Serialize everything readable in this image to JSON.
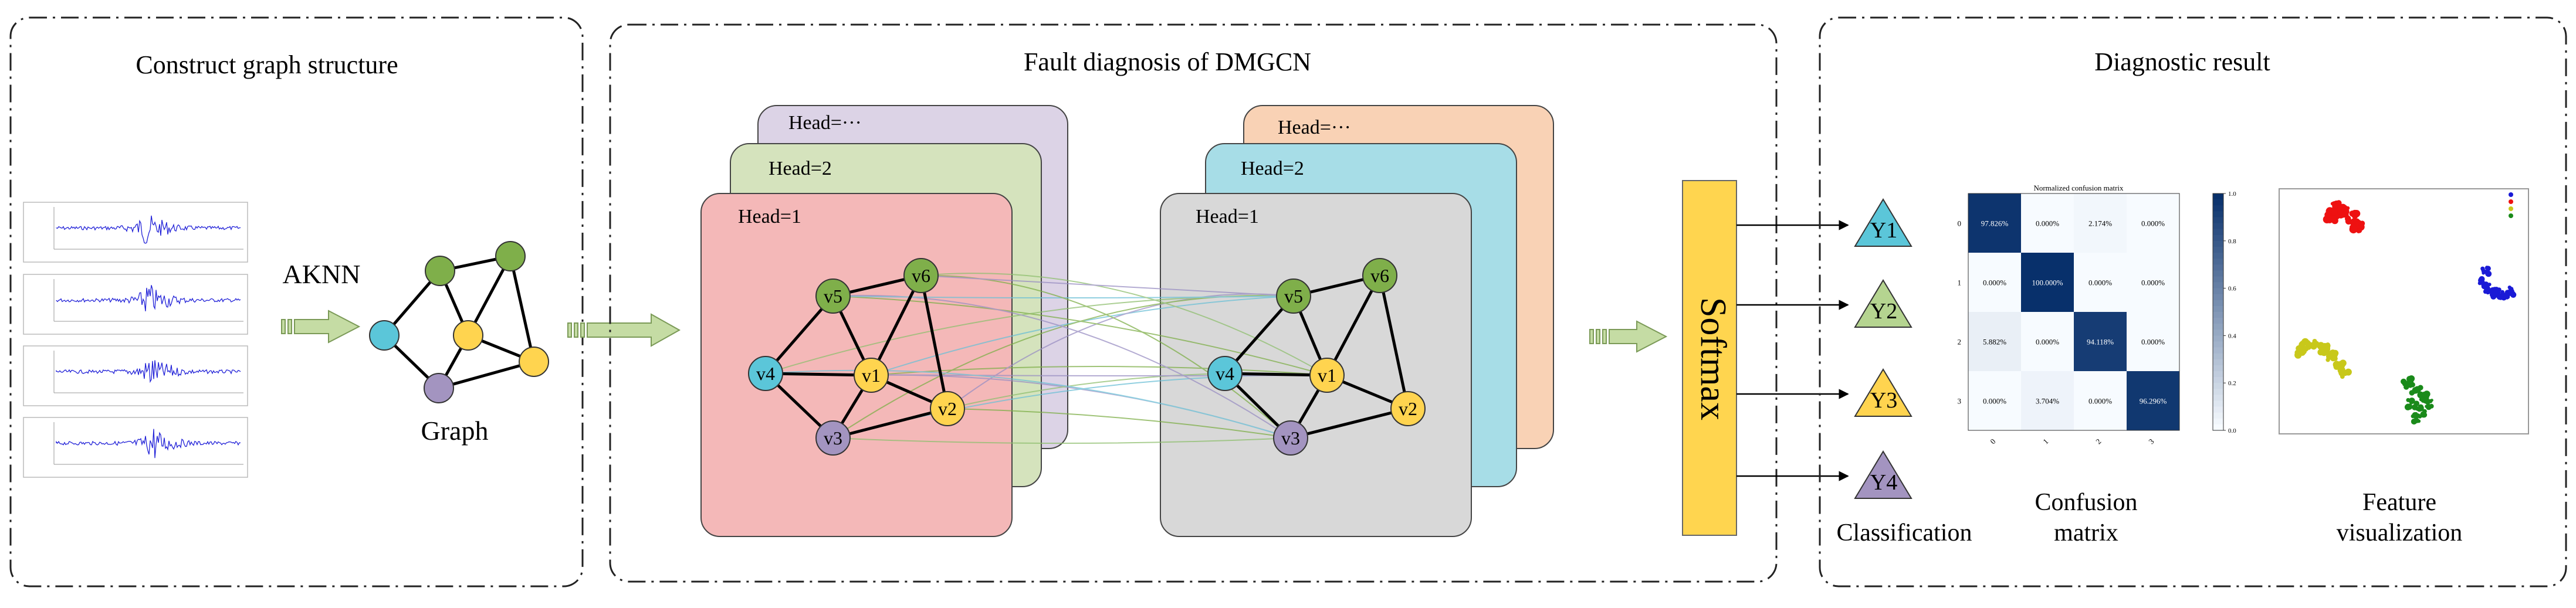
{
  "panels": {
    "construct": {
      "title": "Construct graph structure",
      "method": "AKNN",
      "graph_label": "Graph"
    },
    "dmgcn": {
      "title": "Fault diagnosis of DMGCN",
      "heads": [
        "Head=1",
        "Head=2",
        "Head=···"
      ],
      "nodes": [
        "v1",
        "v2",
        "v3",
        "v4",
        "v5",
        "v6"
      ]
    },
    "result": {
      "title": "Diagnostic result",
      "softmax": "Softmax",
      "classes": [
        "Y1",
        "Y2",
        "Y3",
        "Y4"
      ],
      "classification_label": "Classification",
      "confusion_label_1": "Confusion",
      "confusion_label_2": "matrix",
      "feature_label_1": "Feature",
      "feature_label_2": "visualization"
    }
  },
  "confusion_matrix": {
    "title": "Normalized confusion matrix",
    "tick_labels": [
      "0",
      "1",
      "2",
      "3"
    ],
    "cells": [
      [
        "97.826%",
        "0.000%",
        "2.174%",
        "0.000%"
      ],
      [
        "0.000%",
        "100.000%",
        "0.000%",
        "0.000%"
      ],
      [
        "5.882%",
        "0.000%",
        "94.118%",
        "0.000%"
      ],
      [
        "0.000%",
        "3.704%",
        "0.000%",
        "96.296%"
      ]
    ],
    "values": [
      [
        0.978,
        0.0,
        0.022,
        0.0
      ],
      [
        0.0,
        1.0,
        0.0,
        0.0
      ],
      [
        0.059,
        0.0,
        0.941,
        0.0
      ],
      [
        0.0,
        0.037,
        0.0,
        0.963
      ]
    ],
    "colorbar_ticks": [
      "1.0",
      "0.8",
      "0.6",
      "0.4",
      "0.2",
      "0.0"
    ]
  },
  "colors": {
    "head1_left": "#f4b8b8",
    "head2_left": "#d5e3bd",
    "head3_left": "#dcd3e6",
    "head1_right": "#d8d8d8",
    "head2_right": "#a7dde7",
    "head3_right": "#f9d2b5",
    "node_yellow": "#ffd44f",
    "node_green": "#7faf4a",
    "node_blue": "#5bc6d9",
    "node_purple": "#a394c0",
    "softmax": "#ffd54f",
    "arrow_green": "#c5dca4",
    "signal": "#2323d8",
    "cluster_red": "#ee1111",
    "cluster_blue": "#1a1ad6",
    "cluster_yellow": "#c8c81a",
    "cluster_green": "#1a8a1a"
  }
}
